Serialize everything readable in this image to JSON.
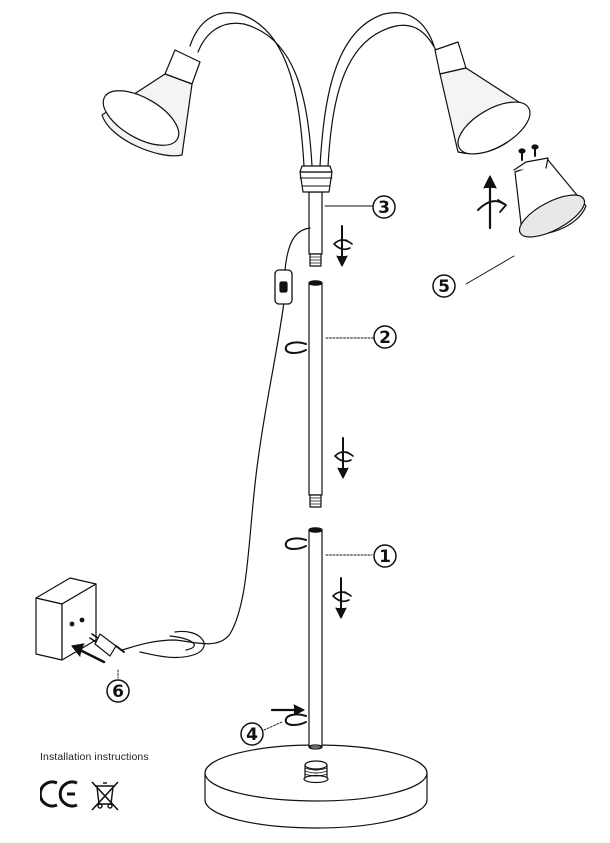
{
  "caption": "Installation instructions",
  "callouts": [
    "1",
    "2",
    "3",
    "4",
    "5",
    "6"
  ],
  "marks": {
    "conformity": "CE",
    "disposal_icon": "crossed-out-wheelie-bin-icon"
  },
  "colors": {
    "line": "#111111",
    "background": "#ffffff",
    "shade": "#f4f4f4"
  }
}
